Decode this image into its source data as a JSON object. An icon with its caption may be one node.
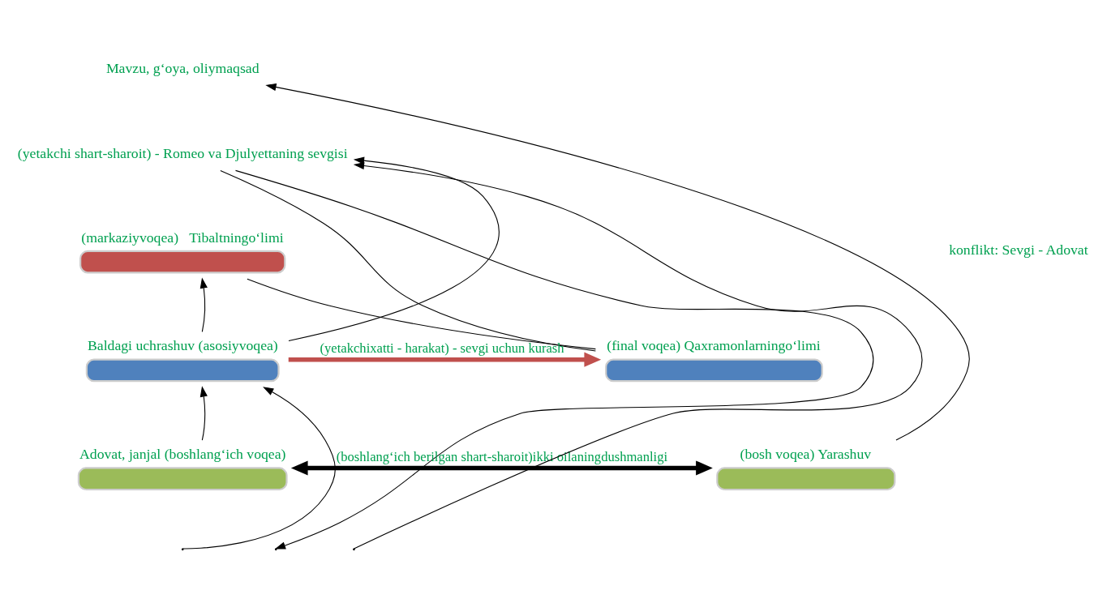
{
  "diagram": {
    "nodes": [
      {
        "text": [
          "Mavzu, g‘oya, oliymaqsad"
        ]
      },
      {
        "text": [
          "(yetakchi shart-sharoit) - Romeo va Djulyettaning sevgisi"
        ]
      },
      {
        "text": [
          "(markaziyvoqea)   Tibaltningo‘limi"
        ]
      },
      {
        "text": [
          "Baldagi uchrashuv (asosiyvoqea)"
        ]
      },
      {
        "text": [
          "(final voqea) Qaxramonlarningo‘limi"
        ]
      },
      {
        "text": [
          "Adovat, janjal (boshlang‘ich voqea)"
        ]
      },
      {
        "text": [
          "(bosh voqea) Yarashuv"
        ]
      }
    ],
    "edges": [
      {
        "from": 5,
        "to": 3,
        "arrow": "to"
      },
      {
        "from": null,
        "to": 3,
        "arrow": "to"
      },
      {
        "from": 3,
        "to": 1,
        "arrow": "to"
      },
      {
        "from": 3,
        "to": 2,
        "arrow": "to"
      },
      {
        "from": 3,
        "to": 4,
        "arrow": "to",
        "label": "(yetakchixatti - harakat) - sevgi uchun kurash",
        "style": "thick",
        "color": "#c0504d"
      },
      {
        "from": 5,
        "to": 6,
        "arrow": "both",
        "label": "(boshlang‘ich berilgan shart-sharoit)ikki oilaningdushmanligi",
        "style": "thick"
      },
      {
        "from": 1,
        "to": null,
        "arrow": "to"
      },
      {
        "from": null,
        "to": 1,
        "arrow": "to"
      },
      {
        "from": 2,
        "to": 4,
        "arrow": "none"
      },
      {
        "from": 1,
        "to": 4,
        "arrow": "none"
      },
      {
        "from": 6,
        "to": 0,
        "arrow": "to"
      }
    ],
    "labels": [
      "konflikt: Sevgi - Adovat"
    ]
  }
}
